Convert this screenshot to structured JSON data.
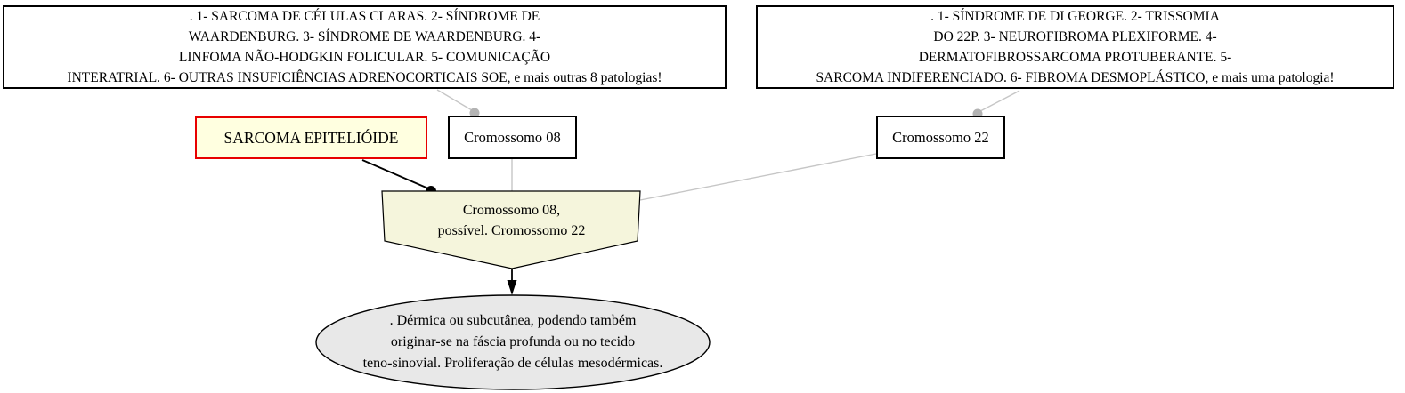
{
  "colors": {
    "background": "#ffffff",
    "text": "#000000",
    "node_fill": "#ffffff",
    "node_border": "#000000",
    "highlight_fill": "#FFFFE0",
    "highlight_border": "#E80000",
    "location_fill": "#F5F5DC",
    "description_fill": "#E8E8E8",
    "edge_gray": "#C6C6C6",
    "junction_gray": "#B3B3B3",
    "edge_black": "#000000"
  },
  "nodes": {
    "parents_left": {
      "lines": [
        ". 1- SARCOMA DE CÉLULAS CLARAS. 2- SÍNDROME DE",
        "WAARDENBURG. 3- SÍNDROME DE WAARDENBURG. 4-",
        "LINFOMA NÃO-HODGKIN FOLICULAR. 5- COMUNICAÇÃO",
        "INTERATRIAL. 6- OUTRAS INSUFICIÊNCIAS ADRENOCORTICAIS SOE, e mais outras 8 patologias!"
      ]
    },
    "parents_right": {
      "lines": [
        ". 1- SÍNDROME DE DI GEORGE. 2- TRISSOMIA",
        "DO 22P. 3- NEUROFIBROMA PLEXIFORME. 4-",
        "DERMATOFIBROSSARCOMA PROTUBERANTE. 5-",
        "SARCOMA INDIFERENCIADO. 6- FIBROMA DESMOPLÁSTICO, e mais uma patologia!"
      ]
    },
    "disease": {
      "label": "SARCOMA EPITELIÓIDE"
    },
    "chromosome_08": {
      "label": "Cromossomo 08"
    },
    "chromosome_22": {
      "label": "Cromossomo 22"
    },
    "location": {
      "lines": [
        "Cromossomo 08,",
        "possível. Cromossomo 22"
      ]
    },
    "description": {
      "lines": [
        ". Dérmica ou subcutânea, podendo também",
        "originar-se na fáscia profunda ou no tecido",
        "teno-sinovial. Proliferação de células mesodérmicas."
      ]
    }
  }
}
